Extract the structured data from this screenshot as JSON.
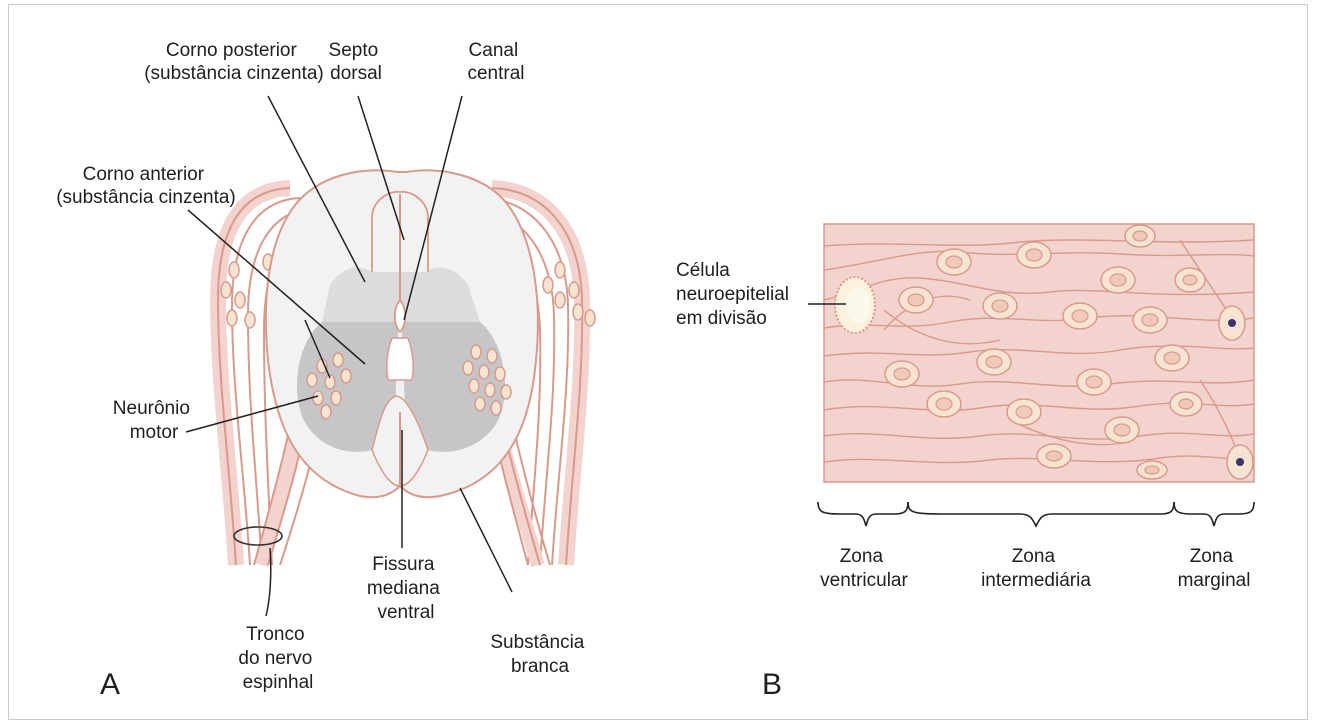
{
  "panel_a": {
    "letter": "A",
    "labels": {
      "corno_posterior": [
        "Corno posterior",
        "(substância cinzenta)"
      ],
      "septo_dorsal": [
        "Septo",
        "dorsal"
      ],
      "canal_central": [
        "Canal",
        "central"
      ],
      "corno_anterior": [
        "Corno anterior",
        "(substância cinzenta)"
      ],
      "neuronio_motor": [
        "Neurônio",
        "motor"
      ],
      "fissura": [
        "Fissura",
        "mediana",
        "ventral"
      ],
      "tronco": [
        "Tronco",
        "do nervo",
        "espinhal"
      ],
      "substancia_branca": [
        "Substância",
        "branca"
      ]
    }
  },
  "panel_b": {
    "letter": "B",
    "labels": {
      "celula": [
        "Célula",
        "neuroepitelial",
        "em divisão"
      ],
      "zona_ventricular": [
        "Zona",
        "ventricular"
      ],
      "zona_intermediaria": [
        "Zona",
        "intermediária"
      ],
      "zona_marginal": [
        "Zona",
        "marginal"
      ]
    }
  },
  "colors": {
    "tissue": "#f3d3cd",
    "outline": "#d99a8c",
    "grey_matter_light": "#dcdcdc",
    "grey_matter_dark": "#c6c6c8",
    "white_matter": "#f2f2f2",
    "nucleus_dot": "#3a3370"
  }
}
